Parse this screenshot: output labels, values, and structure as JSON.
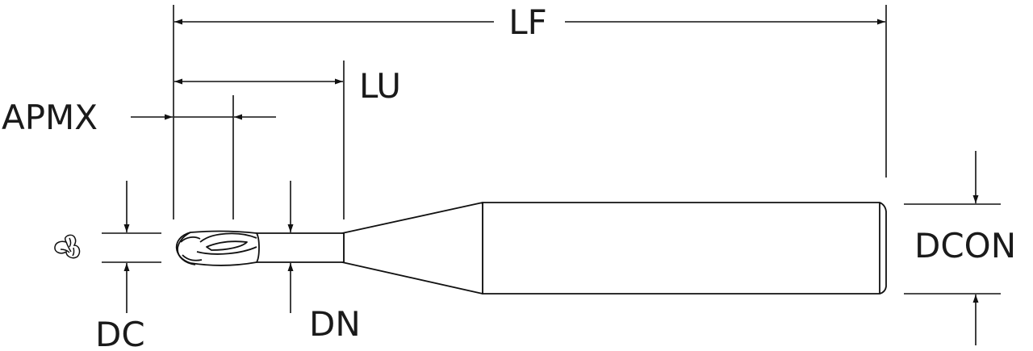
{
  "diagram": {
    "labels": {
      "lf": "LF",
      "lu": "LU",
      "apmx": "APMX",
      "dc": "DC",
      "dn": "DN",
      "dcon": "DCON"
    },
    "icon": "flute-section-icon"
  }
}
